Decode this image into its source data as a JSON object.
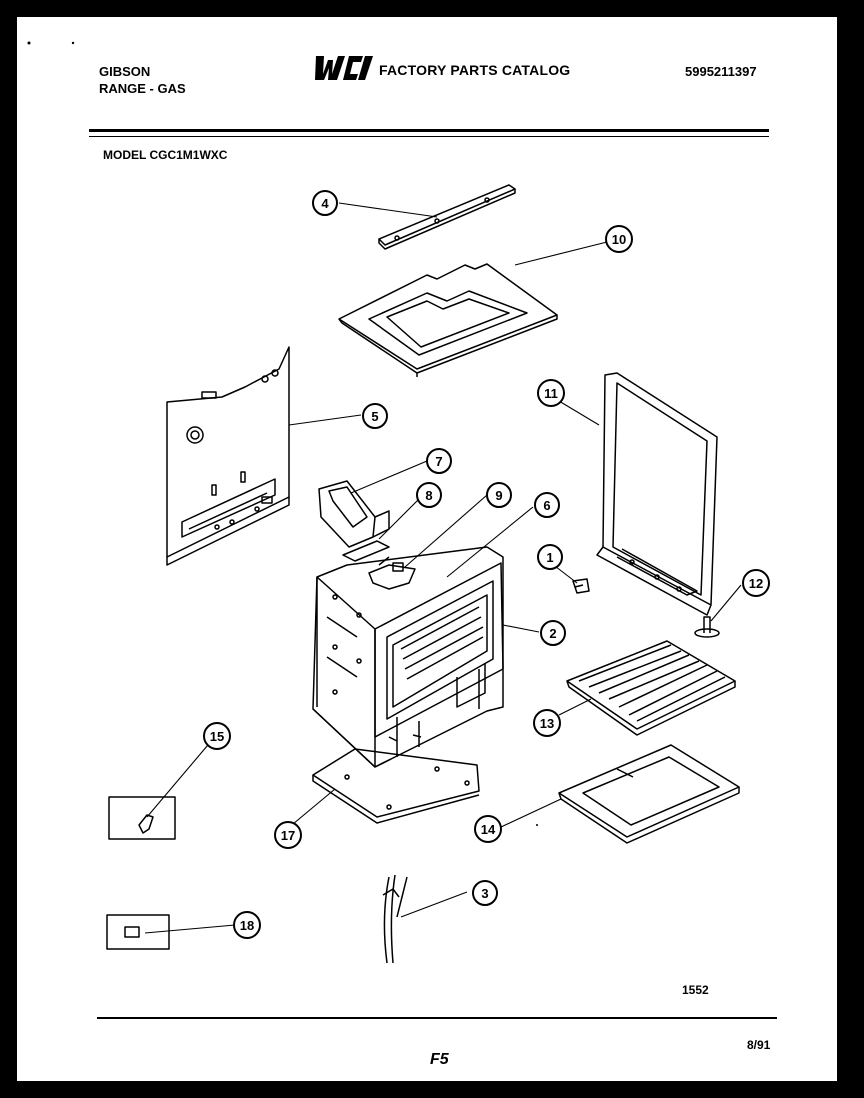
{
  "header": {
    "brand": "GIBSON",
    "product": "RANGE - GAS",
    "logo_text": "WCI",
    "catalog_title": "FACTORY PARTS CATALOG",
    "part_number": "5995211397"
  },
  "model": "MODEL CGC1M1WXC",
  "callouts": {
    "c1": "1",
    "c2": "2",
    "c3": "3",
    "c4": "4",
    "c5": "5",
    "c6": "6",
    "c7": "7",
    "c8": "8",
    "c9": "9",
    "c10": "10",
    "c11": "11",
    "c12": "12",
    "c13": "13",
    "c14": "14",
    "c15": "15",
    "c17": "17",
    "c18": "18"
  },
  "footer": {
    "figure_number": "1552",
    "page": "F5",
    "date": "8/91"
  }
}
